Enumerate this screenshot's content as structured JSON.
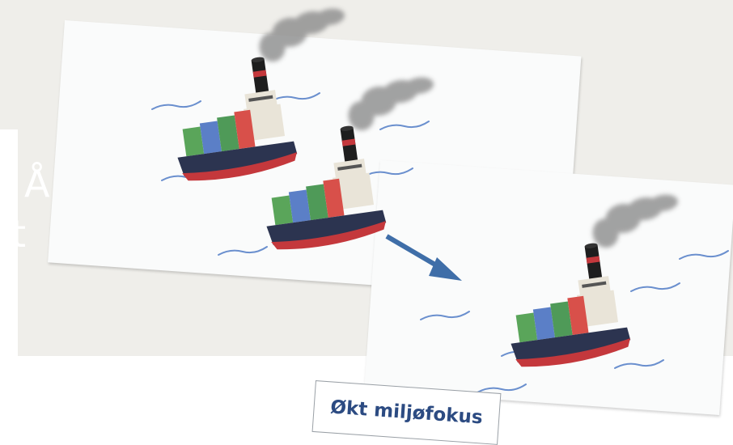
{
  "background_text": {
    "line1": "Å",
    "line2": "t o g"
  },
  "caption": "Økt miljøfokus",
  "colors": {
    "caption_text": "#2c4b82",
    "arrow": "#3f6ea8",
    "hull_dark": "#2c3450",
    "hull_red": "#c4383c",
    "container_green": "#5aa55a",
    "container_blue": "#5b7fc7",
    "container_red": "#d8504a",
    "smoke": "#8c8c8c",
    "wave": "#6a8fce"
  },
  "icons": [
    "ship-icon",
    "smoke-icon",
    "arrow-icon",
    "wave-icon"
  ]
}
